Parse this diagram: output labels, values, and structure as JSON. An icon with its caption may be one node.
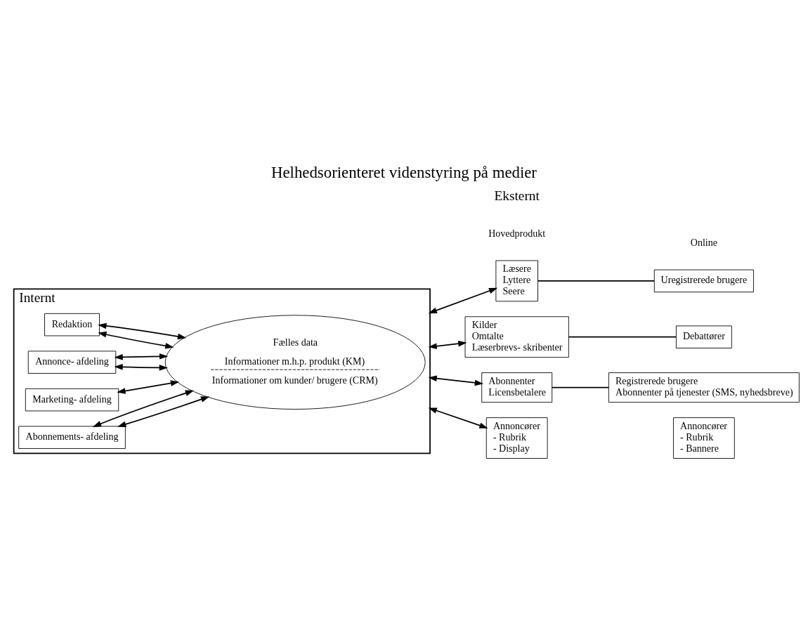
{
  "diagram": {
    "title": "Helhedsorienteret videnstyring på medier",
    "nodes": [
      {
        "text": [
          "Internt"
        ]
      },
      {
        "text": [
          "Redaktion"
        ],
        "in": 0
      },
      {
        "text": [
          "Annonce- afdeling"
        ],
        "in": 0
      },
      {
        "text": [
          "Marketing- afdeling"
        ],
        "in": 0
      },
      {
        "text": [
          "Abonnements- afdeling"
        ],
        "in": 0
      },
      {
        "text": [
          "Fælles data",
          "Informationer m.h.p. produkt (KM)",
          "Informationer om kunder/ brugere (CRM)"
        ],
        "in": 0
      },
      {
        "text": [
          "Læsere",
          "Lyttere",
          "Seere"
        ]
      },
      {
        "text": [
          "Uregistrerede brugere"
        ]
      },
      {
        "text": [
          "Kilder",
          "Omtalte",
          "Læserbrevs- skribenter"
        ]
      },
      {
        "text": [
          "Debattører"
        ]
      },
      {
        "text": [
          "Registrerede brugere",
          "Abonnenter på tjenester (SMS, nyhedsbreve)"
        ]
      },
      {
        "text": [
          "Abonnenter",
          "Licensbetalere"
        ]
      },
      {
        "text": [
          "Annoncører",
          "- Rubrik",
          "- Display"
        ]
      },
      {
        "text": [
          "Annoncører",
          "- Rubrik",
          "- Bannere"
        ]
      }
    ],
    "edges": [
      {
        "from": 1,
        "to": 5,
        "arrow": "both"
      },
      {
        "from": 1,
        "to": 5,
        "arrow": "both"
      },
      {
        "from": 2,
        "to": 5,
        "arrow": "both"
      },
      {
        "from": 2,
        "to": 5,
        "arrow": "both"
      },
      {
        "from": 3,
        "to": 5,
        "arrow": "both"
      },
      {
        "from": 4,
        "to": 5,
        "arrow": "both"
      },
      {
        "from": 4,
        "to": 5,
        "arrow": "both"
      },
      {
        "from": 0,
        "to": 6,
        "arrow": "both"
      },
      {
        "from": 0,
        "to": 8,
        "arrow": "both"
      },
      {
        "from": 0,
        "to": 11,
        "arrow": "both"
      },
      {
        "from": 0,
        "to": 12,
        "arrow": "both"
      },
      {
        "from": 6,
        "to": 7,
        "arrow": "none"
      },
      {
        "from": 8,
        "to": 9,
        "arrow": "none"
      },
      {
        "from": 11,
        "to": 10,
        "arrow": "none"
      }
    ],
    "labels": [
      "Eksternt",
      "Hovedprodukt",
      "Online"
    ]
  }
}
